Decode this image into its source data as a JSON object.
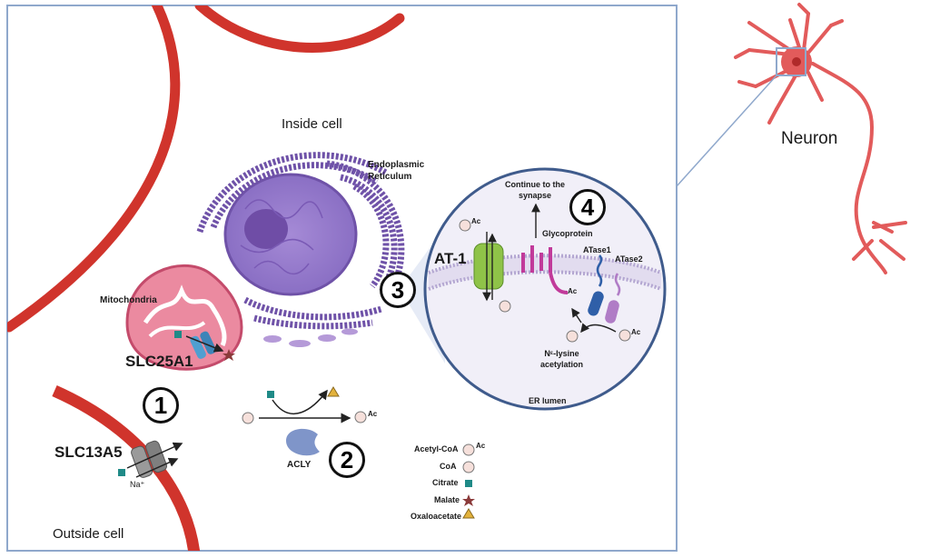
{
  "labels": {
    "inside_cell": "Inside cell",
    "outside_cell": "Outside cell",
    "neuron": "Neuron",
    "endoplasmic_reticulum": "Endoplasmic\nReticulum",
    "mitochondria": "Mitochondria",
    "slc25a1": "SLC25A1",
    "slc13a5": "SLC13A5",
    "na_plus": "Na⁺",
    "acly": "ACLY",
    "at1": "AT-1",
    "continue_to_synapse": "Continue to the\nsynapse",
    "glycoprotein": "Glycoprotein",
    "atase1": "ATase1",
    "atase2": "ATase2",
    "nlysine": "Nᵋ-lysine\nacetylation",
    "er_lumen": "ER lumen",
    "ac": "Ac"
  },
  "steps": [
    "1",
    "2",
    "3",
    "4"
  ],
  "legend": [
    {
      "label": "Acetyl-CoA",
      "icon": "acetyl-coa-icon"
    },
    {
      "label": "CoA",
      "icon": "coa-circle-icon"
    },
    {
      "label": "Citrate",
      "icon": "citrate-square-icon"
    },
    {
      "label": "Malate",
      "icon": "malate-star-icon"
    },
    {
      "label": "Oxaloacetate",
      "icon": "oxaloacetate-triangle-icon"
    }
  ],
  "colors": {
    "membrane": "#d0342c",
    "frame": "#8fa8cc",
    "er": "#7b5fb0",
    "mitochondria": "#e56b8a",
    "citrate": "#1f8a87",
    "malate": "#8b3a3a",
    "oxaloacetate": "#e3b23c",
    "coa": "#f6e0db",
    "at1": "#8fc348",
    "glycoprotein": "#c13a9a",
    "atase1": "#2f5fa8",
    "atase2": "#b07cc6",
    "acly": "#7f95c9",
    "transporter": "#4f9fd1"
  }
}
